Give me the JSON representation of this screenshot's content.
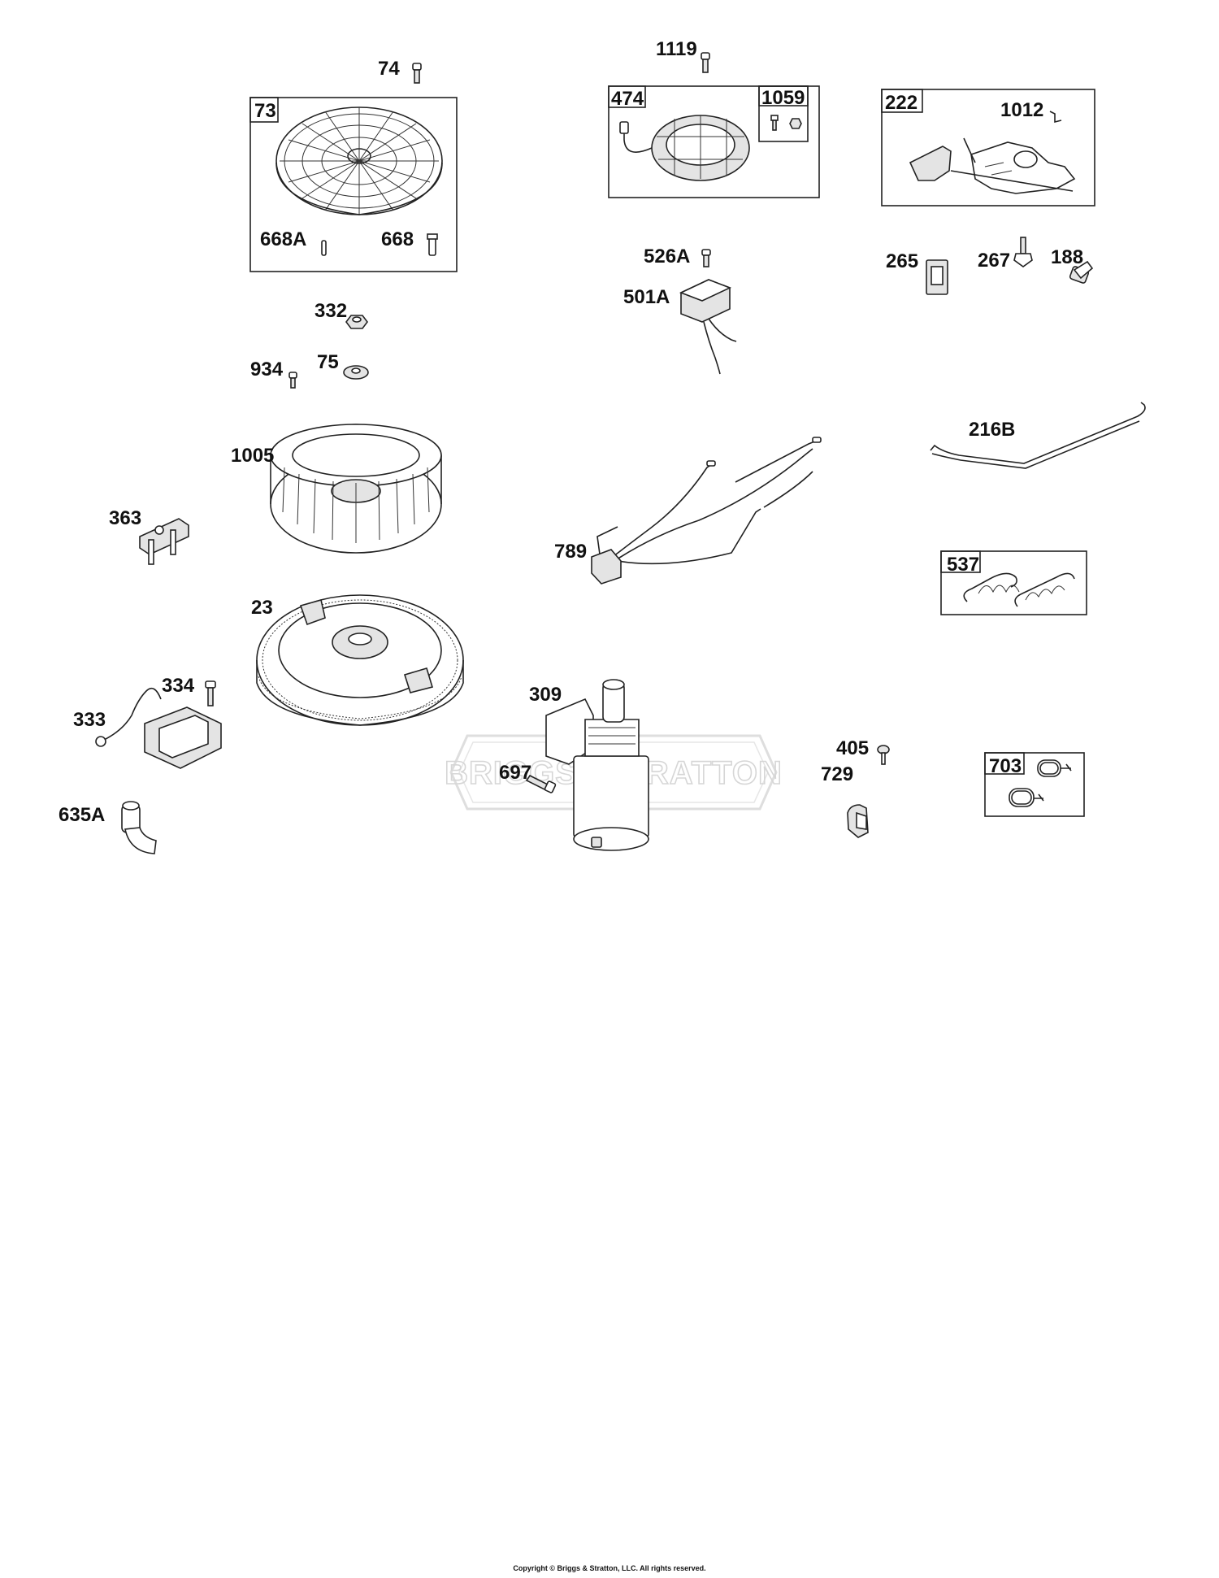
{
  "watermark": "BRIGGS&STRATTON",
  "copyright": "Copyright © Briggs & Stratton, LLC. All rights reserved.",
  "parts": [
    {
      "label": "74"
    },
    {
      "label": "73"
    },
    {
      "label": "668A"
    },
    {
      "label": "668"
    },
    {
      "label": "332"
    },
    {
      "label": "934"
    },
    {
      "label": "75"
    },
    {
      "label": "1005"
    },
    {
      "label": "363"
    },
    {
      "label": "23"
    },
    {
      "label": "334"
    },
    {
      "label": "333"
    },
    {
      "label": "635A"
    },
    {
      "label": "1119"
    },
    {
      "label": "474"
    },
    {
      "label": "1059"
    },
    {
      "label": "526A"
    },
    {
      "label": "501A"
    },
    {
      "label": "789"
    },
    {
      "label": "309"
    },
    {
      "label": "697"
    },
    {
      "label": "222"
    },
    {
      "label": "1012"
    },
    {
      "label": "265"
    },
    {
      "label": "267"
    },
    {
      "label": "188"
    },
    {
      "label": "216B"
    },
    {
      "label": "537"
    },
    {
      "label": "405"
    },
    {
      "label": "729"
    },
    {
      "label": "703"
    }
  ]
}
